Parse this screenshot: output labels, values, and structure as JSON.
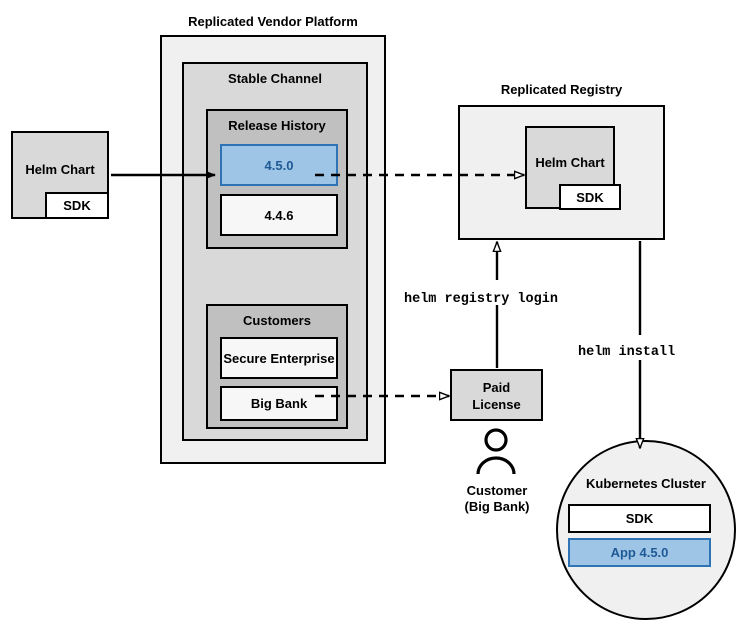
{
  "diagram": {
    "title_vendor_platform": "Replicated Vendor Platform",
    "title_registry": "Replicated Registry",
    "groups": {
      "stable_channel": "Stable Channel",
      "release_history": "Release History",
      "customers": "Customers"
    },
    "releases": [
      {
        "label": "4.5.0",
        "highlighted": true
      },
      {
        "label": "4.4.6",
        "highlighted": false
      }
    ],
    "customers": [
      {
        "label": "Secure Enterprise"
      },
      {
        "label": "Big Bank"
      }
    ],
    "source_chart": {
      "label": "Helm Chart",
      "sdk_label": "SDK"
    },
    "registry_chart": {
      "label": "Helm Chart",
      "sdk_label": "SDK"
    },
    "license": {
      "label": "Paid\nLicense",
      "line1": "Paid",
      "line2": "License"
    },
    "customer_actor": {
      "line1": "Customer",
      "line2": "(Big Bank)",
      "icon": "person-icon"
    },
    "commands": {
      "registry_login": "helm registry login",
      "install": "helm install"
    },
    "cluster": {
      "title": "Kubernetes Cluster",
      "items": [
        {
          "label": "SDK",
          "highlighted": false
        },
        {
          "label": "App 4.5.0",
          "highlighted": true
        }
      ]
    },
    "colors": {
      "accent_blue_fill": "#9ec4e6",
      "accent_blue_border": "#2e73b5",
      "accent_blue_text": "#1f5a96",
      "platform_fill": "#f0f0f0",
      "channel_fill": "#d9d9d9",
      "group_fill": "#c0c0c0",
      "outline": "#000000"
    }
  }
}
